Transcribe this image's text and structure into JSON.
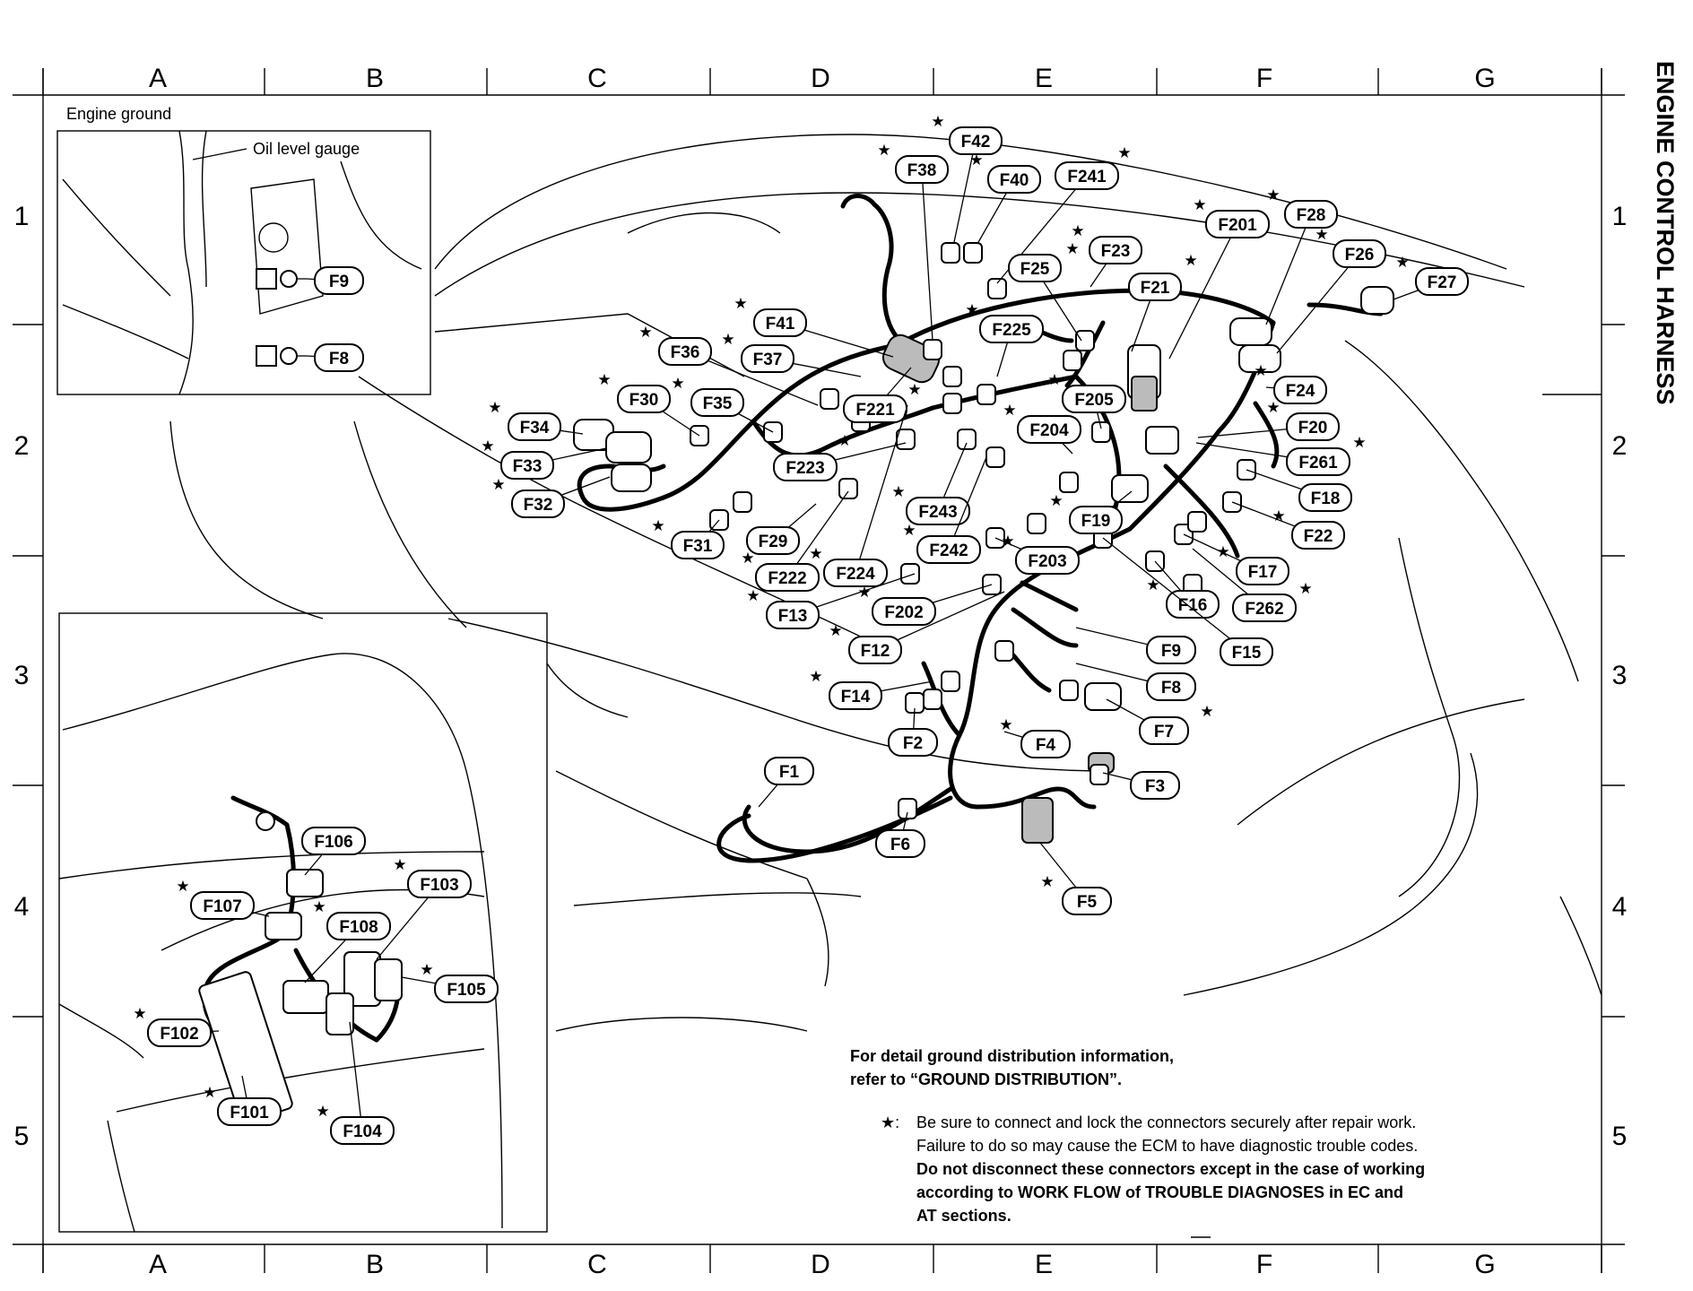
{
  "title": "ENGINE CONTROL HARNESS",
  "columns": [
    "A",
    "B",
    "C",
    "D",
    "E",
    "F",
    "G"
  ],
  "rows": [
    "1",
    "2",
    "3",
    "4",
    "5"
  ],
  "star": "★",
  "inset_top": {
    "title": "Engine ground",
    "oil_label": "Oil level gauge",
    "labels": [
      "F9",
      "F8"
    ]
  },
  "main_labels": [
    {
      "id": "F42",
      "star": true
    },
    {
      "id": "F38",
      "star": true
    },
    {
      "id": "F40",
      "star": true
    },
    {
      "id": "F241",
      "star": true
    },
    {
      "id": "F201",
      "star": true
    },
    {
      "id": "F28",
      "star": true
    },
    {
      "id": "F23",
      "star": true
    },
    {
      "id": "F26",
      "star": true
    },
    {
      "id": "F25",
      "star": true
    },
    {
      "id": "F21",
      "star": true
    },
    {
      "id": "F27",
      "star": true
    },
    {
      "id": "F41",
      "star": true
    },
    {
      "id": "F225",
      "star": true
    },
    {
      "id": "F36",
      "star": true
    },
    {
      "id": "F37",
      "star": true
    },
    {
      "id": "F221",
      "star": true
    },
    {
      "id": "F205",
      "star": true
    },
    {
      "id": "F24",
      "star": true
    },
    {
      "id": "F30",
      "star": true
    },
    {
      "id": "F35",
      "star": true
    },
    {
      "id": "F34",
      "star": true
    },
    {
      "id": "F204",
      "star": true
    },
    {
      "id": "F20",
      "star": true
    },
    {
      "id": "F33",
      "star": true
    },
    {
      "id": "F223",
      "star": true
    },
    {
      "id": "F261",
      "star": true
    },
    {
      "id": "F32",
      "star": true
    },
    {
      "id": "F18",
      "star": false
    },
    {
      "id": "F243",
      "star": true
    },
    {
      "id": "F19",
      "star": true
    },
    {
      "id": "F22",
      "star": true
    },
    {
      "id": "F31",
      "star": true
    },
    {
      "id": "F29",
      "star": false
    },
    {
      "id": "F242",
      "star": true
    },
    {
      "id": "F203",
      "star": true
    },
    {
      "id": "F17",
      "star": true
    },
    {
      "id": "F222",
      "star": true
    },
    {
      "id": "F224",
      "star": true
    },
    {
      "id": "F16",
      "star": true
    },
    {
      "id": "F262",
      "star": true
    },
    {
      "id": "F13",
      "star": true
    },
    {
      "id": "F202",
      "star": true
    },
    {
      "id": "F15",
      "star": false
    },
    {
      "id": "F9",
      "star": false
    },
    {
      "id": "F12",
      "star": true
    },
    {
      "id": "F8",
      "star": false
    },
    {
      "id": "F14",
      "star": true
    },
    {
      "id": "F7",
      "star": true
    },
    {
      "id": "F2",
      "star": false
    },
    {
      "id": "F4",
      "star": true
    },
    {
      "id": "F1",
      "star": false
    },
    {
      "id": "F3",
      "star": false
    },
    {
      "id": "F6",
      "star": false
    },
    {
      "id": "F5",
      "star": true
    }
  ],
  "inset_bottom_labels": [
    {
      "id": "F106",
      "star": false
    },
    {
      "id": "F103",
      "star": true
    },
    {
      "id": "F107",
      "star": true
    },
    {
      "id": "F108",
      "star": true
    },
    {
      "id": "F105",
      "star": true
    },
    {
      "id": "F102",
      "star": true
    },
    {
      "id": "F101",
      "star": true
    },
    {
      "id": "F104",
      "star": true
    }
  ],
  "ground_note": {
    "line1": "For detail ground distribution information,",
    "line2": "refer to “GROUND DISTRIBUTION”."
  },
  "star_note": {
    "mark": "★:",
    "line1": "Be sure to connect and lock the connectors securely after repair work.",
    "line2": "Failure to do so may cause the ECM to have diagnostic trouble codes.",
    "line3": "Do not disconnect these connectors except in the case of working",
    "line4": "according to WORK FLOW of TROUBLE DIAGNOSES in EC and",
    "line5": "AT sections."
  }
}
